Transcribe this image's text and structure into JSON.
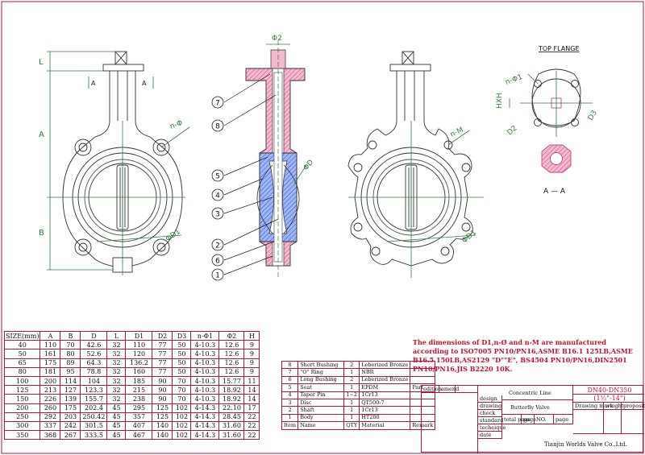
{
  "views": {
    "section_label": "A — A",
    "top_flange_label": "TOP FLANGE",
    "dims_front": {
      "L": "L",
      "A": "A",
      "B": "B",
      "n_phi": "n-Φ",
      "D1": "ΦD1",
      "A_marks": [
        "A",
        "A"
      ]
    },
    "dims_side": {
      "phi2": "Φ2",
      "D": "ΦD"
    },
    "dims_lug": {
      "n_M": "n-M",
      "D1": "ΦD1"
    },
    "dims_flange": {
      "n_phi1": "n-Φ1",
      "HxH": "HXH",
      "D2": "D2",
      "D3": "D3"
    },
    "callouts": [
      "7",
      "8",
      "5",
      "4",
      "3",
      "2",
      "6",
      "1"
    ]
  },
  "spec_table": {
    "headers": [
      "SIZE(mm)",
      "A",
      "B",
      "D",
      "L",
      "D1",
      "D2",
      "D3",
      "n-Φ1",
      "Φ2",
      "H"
    ],
    "rows": [
      [
        "40",
        "110",
        "70",
        "42.6",
        "32",
        "110",
        "77",
        "50",
        "4-10.3",
        "12.6",
        "9"
      ],
      [
        "50",
        "161",
        "80",
        "52.6",
        "32",
        "120",
        "77",
        "50",
        "4-10.3",
        "12.6",
        "9"
      ],
      [
        "65",
        "175",
        "89",
        "64.3",
        "32",
        "136.2",
        "77",
        "50",
        "4-10.3",
        "12.6",
        "9"
      ],
      [
        "80",
        "181",
        "95",
        "78.8",
        "32",
        "160",
        "77",
        "50",
        "4-10.3",
        "12.6",
        "9"
      ],
      [
        "100",
        "200",
        "114",
        "104",
        "32",
        "185",
        "90",
        "70",
        "4-10.3",
        "15.77",
        "11"
      ],
      [
        "125",
        "213",
        "127",
        "123.3",
        "32",
        "215",
        "90",
        "70",
        "4-10.3",
        "18.92",
        "14"
      ],
      [
        "150",
        "226",
        "139",
        "155.7",
        "32",
        "238",
        "90",
        "70",
        "4-10.3",
        "18.92",
        "14"
      ],
      [
        "200",
        "260",
        "175",
        "202.4",
        "45",
        "295",
        "125",
        "102",
        "4-14.3",
        "22.10",
        "17"
      ],
      [
        "250",
        "292",
        "203",
        "250.42",
        "45",
        "357",
        "125",
        "102",
        "4-14.3",
        "28.45",
        "22"
      ],
      [
        "300",
        "337",
        "242",
        "301.5",
        "45",
        "407",
        "140",
        "102",
        "4-14.3",
        "31.60",
        "22"
      ],
      [
        "350",
        "368",
        "267",
        "333.5",
        "45",
        "467",
        "140",
        "102",
        "4-14.3",
        "31.60",
        "22"
      ]
    ]
  },
  "note": "The dimensions of D1,n-Ø and n-M are manufactured according to ISO7005 PN10/PN16,ASME B16.1 125LB,ASME B16.5 150LB,AS2129 \"D\"\"E\", BS4504 PN10/PN16,DIN2501 PN10/PN16,JIS B2220 10K.",
  "bom": {
    "rows": [
      [
        "8",
        "Short Bushing",
        "2",
        "Leberized Bronze",
        ""
      ],
      [
        "7",
        "\"O\" Ring",
        "1",
        "NBR",
        ""
      ],
      [
        "6",
        "Long Bushing",
        "2",
        "Leberized Bronze",
        ""
      ],
      [
        "5",
        "Seat",
        "1",
        "EPDM",
        "Part"
      ],
      [
        "4",
        "Taper Pin",
        "1~2",
        "1Cr13",
        ""
      ],
      [
        "3",
        "Disc",
        "1",
        "QT500-7",
        ""
      ],
      [
        "2",
        "Shaft",
        "1",
        "1Cr13",
        ""
      ],
      [
        "1",
        "Body",
        "1",
        "HT200",
        ""
      ]
    ],
    "footer": [
      "Item",
      "Name",
      "QTY",
      "Material",
      "Remark"
    ]
  },
  "title_block": {
    "left_labels": [
      "edition",
      "amend"
    ],
    "roles": [
      "design",
      "drawing",
      "check",
      "standard",
      "techeique",
      "date"
    ],
    "type_label": "Concentric Line",
    "product": "Butterfly Valve",
    "total_page": "total page",
    "no_label": "NO.",
    "page_label": "page",
    "size_range": "DN40-DN350",
    "size_inch": "(1½\"-14\")",
    "drawing_mark": "Drawing mark",
    "weight": "weight",
    "proposition": "proposition",
    "company": "Tianjin Worlds Valve Co.,Ltd."
  }
}
